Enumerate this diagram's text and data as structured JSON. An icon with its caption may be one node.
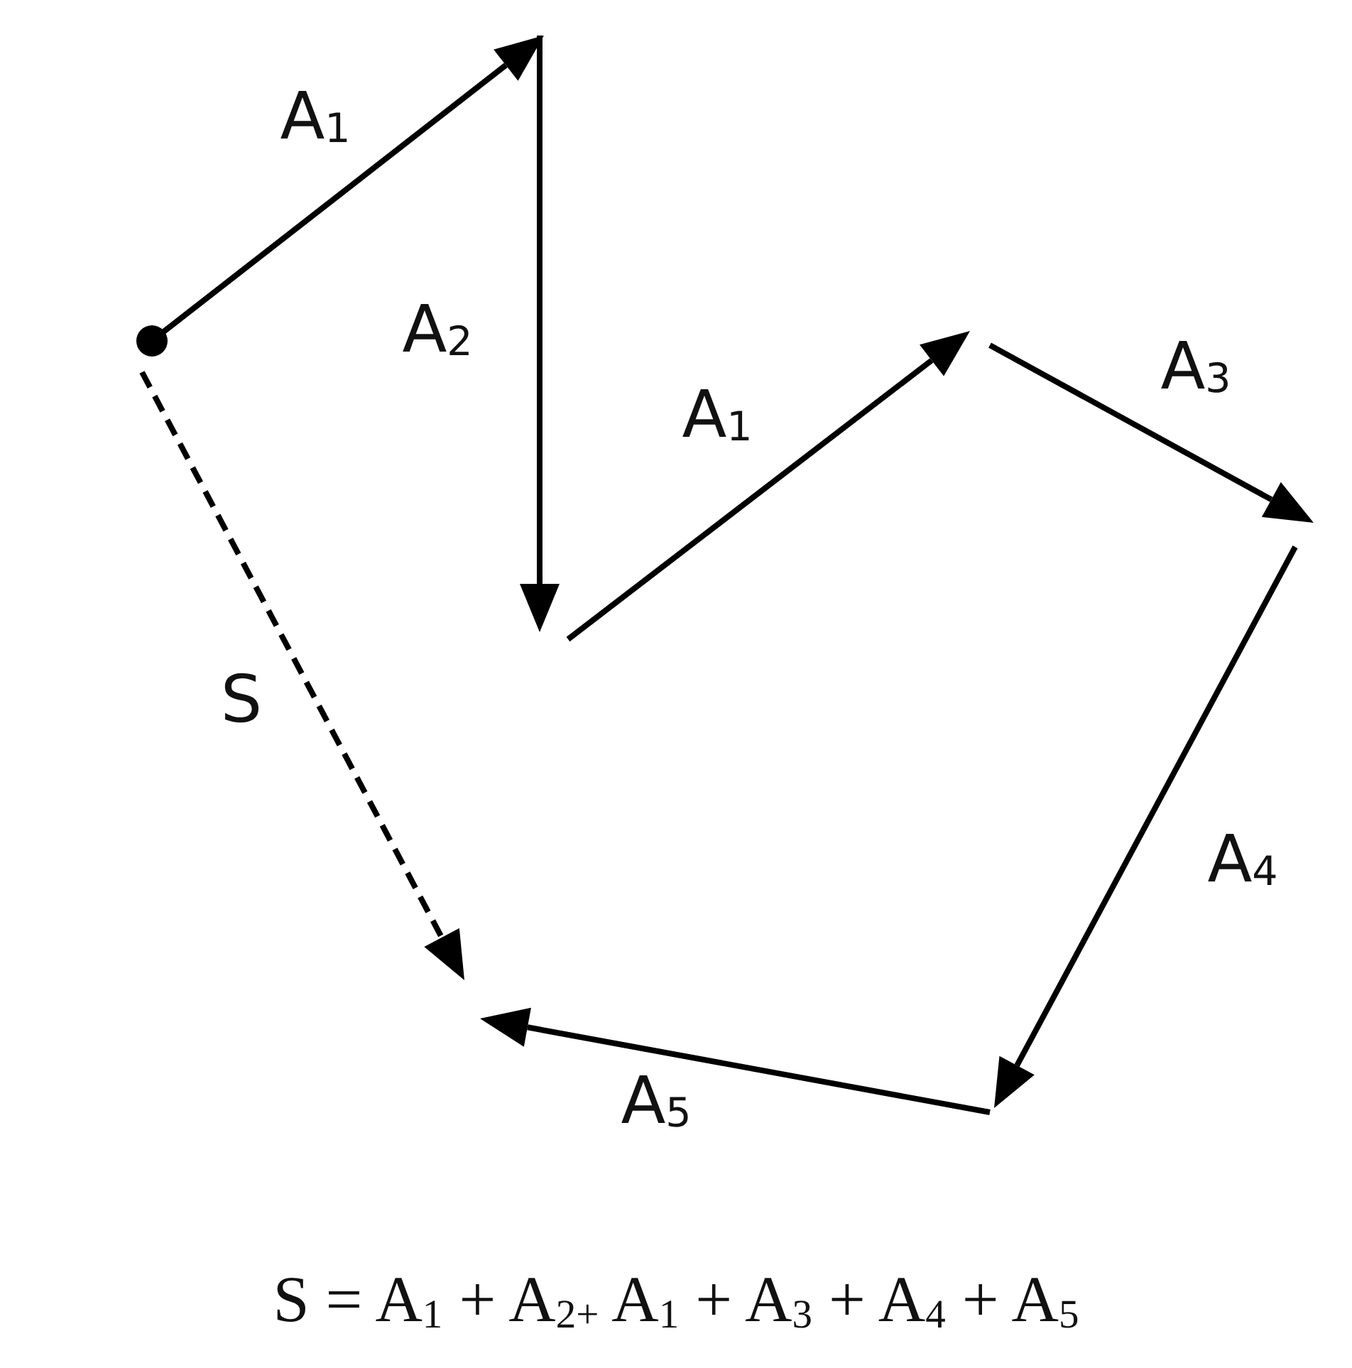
{
  "diagram": {
    "caption": "S = A$_{1}$ + A$_{2+}$ A$_{1}$ + A$_{3}$ + A$_{4}$ + A$_{5}$",
    "labels": [
      "A$_{1}$",
      "A$_{2}$",
      "A$_{1}$",
      "A$_{3}$",
      "S",
      "A$_{4}$",
      "A$_{5}$"
    ]
  }
}
